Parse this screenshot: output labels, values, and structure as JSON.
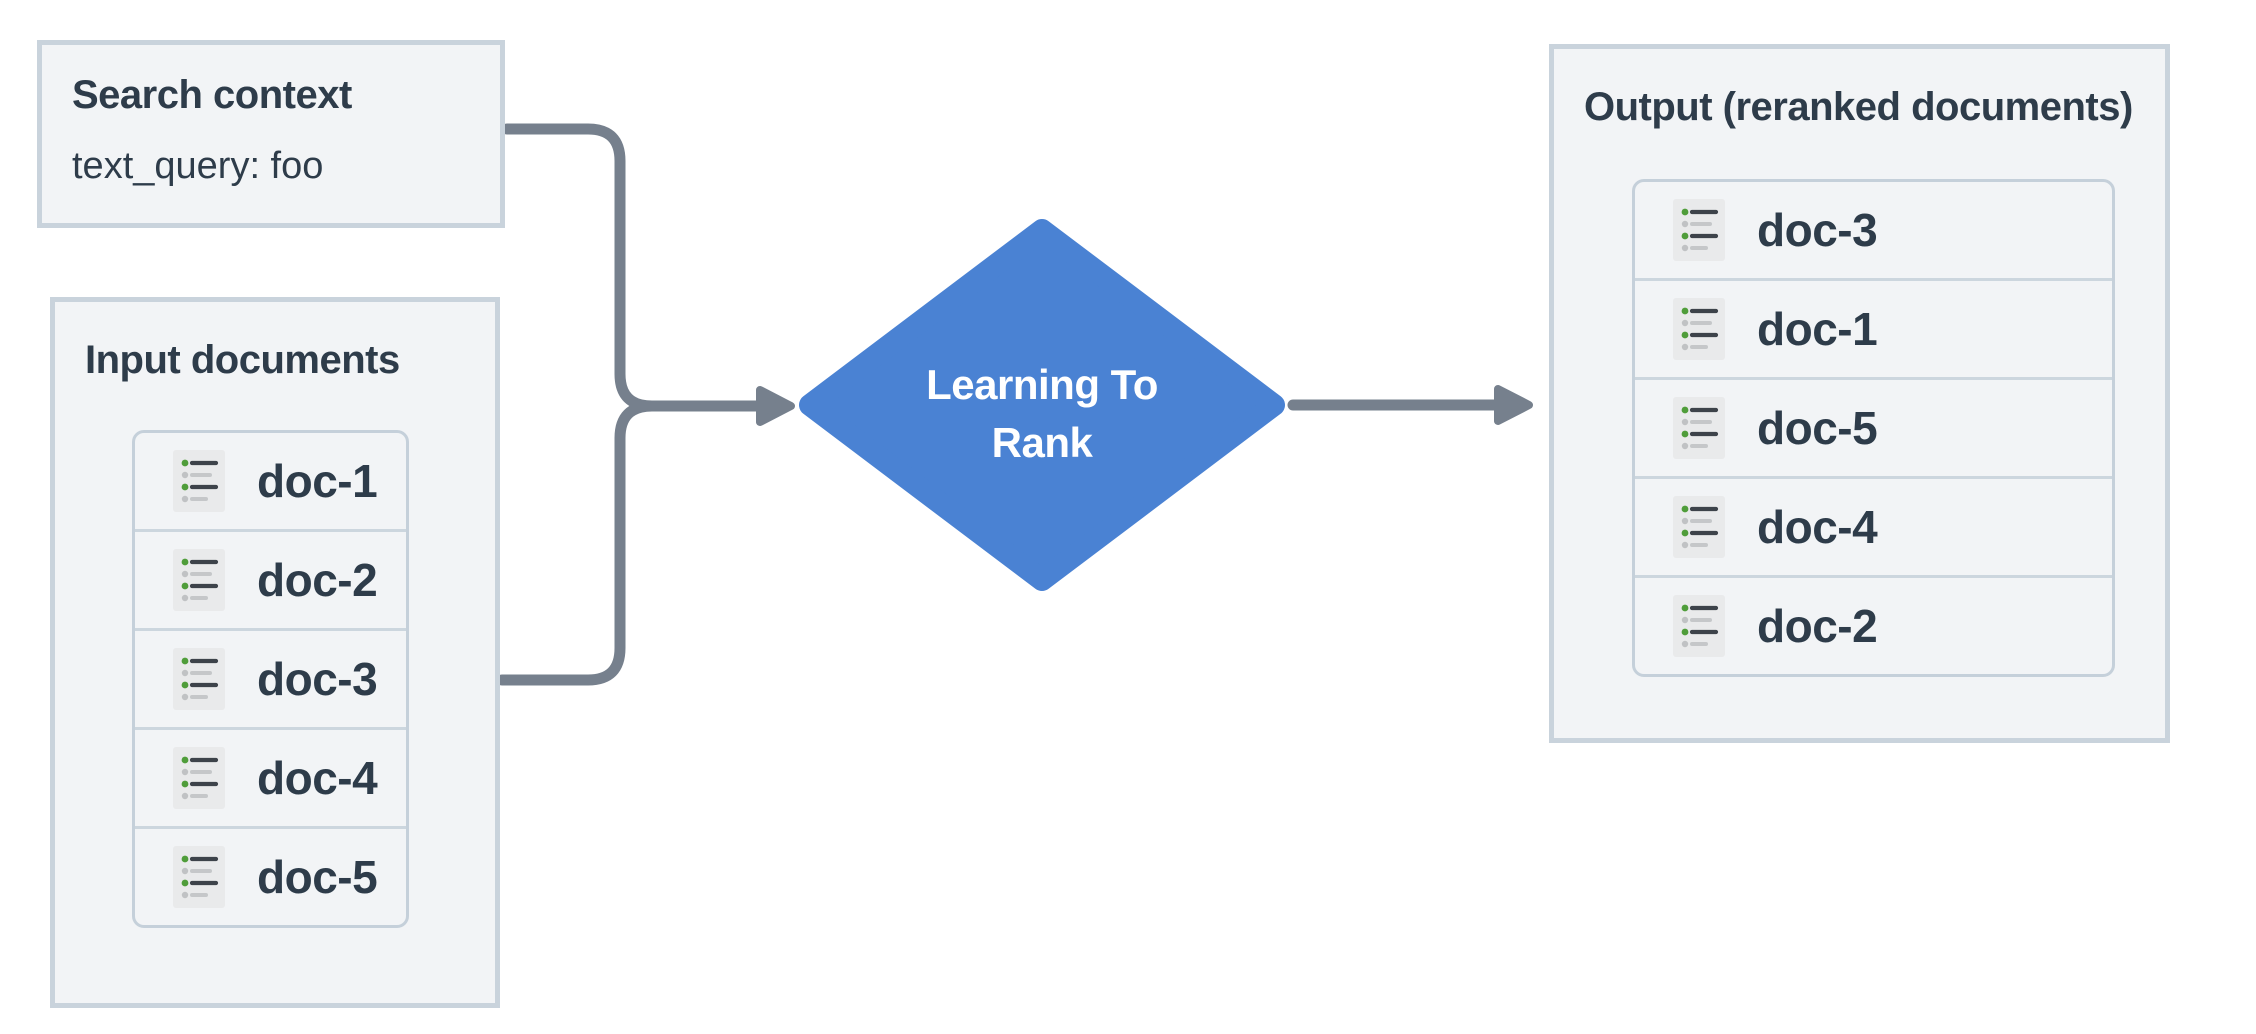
{
  "diagram": {
    "search_context": {
      "title": "Search context",
      "query": "text_query: foo"
    },
    "input_documents": {
      "title": "Input documents",
      "docs": [
        "doc-1",
        "doc-2",
        "doc-3",
        "doc-4",
        "doc-5"
      ]
    },
    "process": {
      "line1": "Learning To",
      "line2": "Rank"
    },
    "output_documents": {
      "title": "Output (reranked documents)",
      "docs": [
        "doc-3",
        "doc-1",
        "doc-5",
        "doc-4",
        "doc-2"
      ]
    }
  },
  "colors": {
    "process_diamond_blue": "#4a82d3",
    "connector_gray": "#76808d",
    "box_background": "#f2f4f6",
    "box_border": "#c9d3dc",
    "list_border": "#c5d0da",
    "row_divider": "#ccd6de",
    "text_dark": "#2e3c4a",
    "icon_background": "#e9eaeb",
    "icon_bullet_green": "#4f9d3a",
    "icon_line_dark": "#3d434a",
    "icon_line_gray": "#c5c7c9"
  }
}
